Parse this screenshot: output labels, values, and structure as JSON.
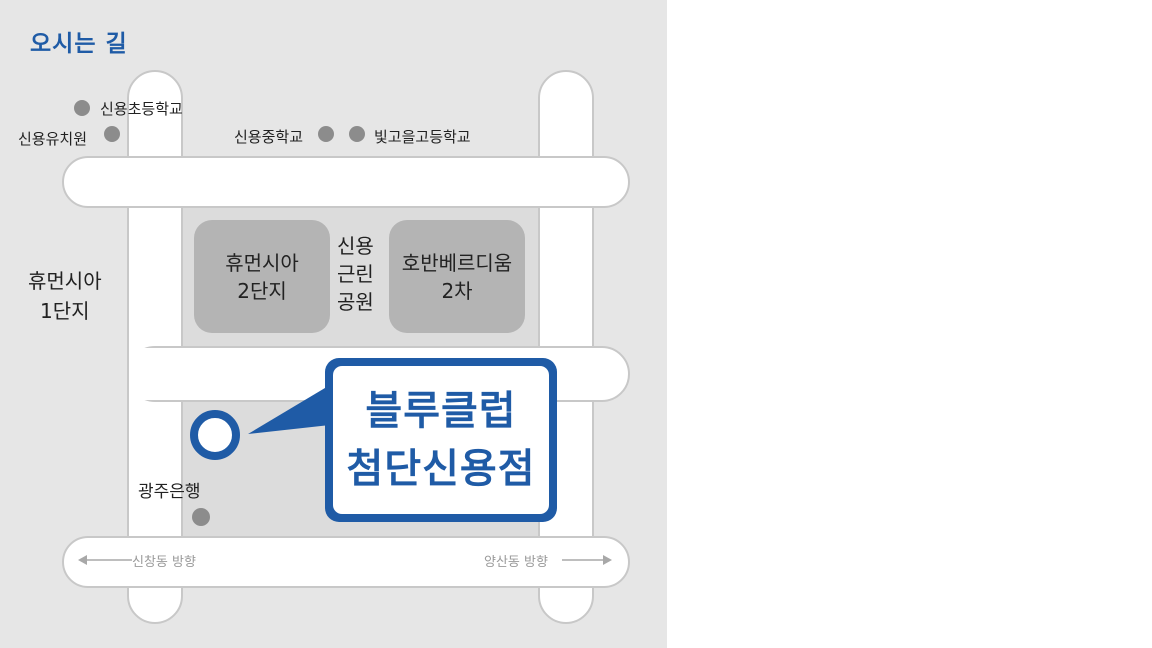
{
  "title": "오시는 길",
  "buildings": {
    "humensia_2": "휴먼시아\n2단지",
    "hoban_2": "호반베르디움\n2차"
  },
  "labels": {
    "park": "신용\n근린\n공원",
    "humensia_1": "휴먼시아\n1단지",
    "elementary": "신용초등학교",
    "kindergarten": "신용유치원",
    "middle": "신용중학교",
    "high": "빛고을고등학교",
    "bank": "광주은행"
  },
  "directions": {
    "left": "신창동 방향",
    "right": "양산동 방향"
  },
  "store": {
    "line1": "블루클럽",
    "line2": "첨단신용점"
  },
  "colors": {
    "brand": "#1f5ba6",
    "map_bg": "#e6e6e6",
    "road": "#ffffff",
    "block": "#dcdcdc",
    "building": "#b4b4b4",
    "poi_dot": "#8c8c8c"
  }
}
